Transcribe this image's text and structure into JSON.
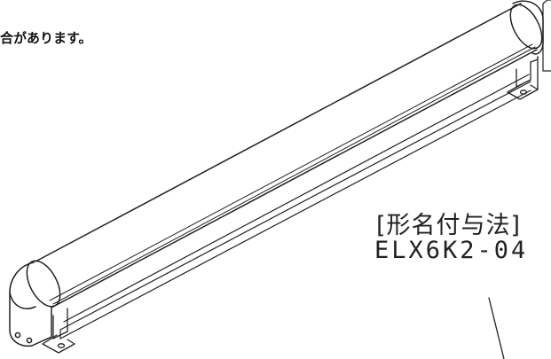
{
  "note": {
    "text": "合があります。"
  },
  "naming": {
    "heading": "[形名付与法]",
    "model_code": "ELX6K2-04"
  },
  "colors": {
    "line": "#222222",
    "background": "#ffffff"
  }
}
